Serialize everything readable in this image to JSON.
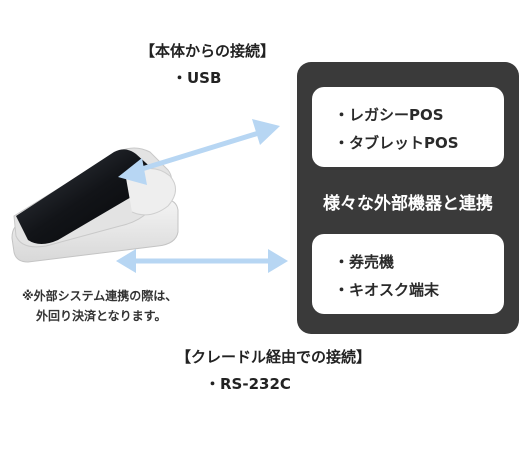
{
  "top_label": {
    "heading": "【本体からの接続】",
    "item": "・USB"
  },
  "panel": {
    "top_items": [
      "・レガシーPOS",
      "・タブレットPOS"
    ],
    "center_text": "様々な外部機器と連携",
    "bottom_items": [
      "・券売機",
      "・キオスク端末"
    ]
  },
  "note": {
    "line1": "※外部システム連携の際は、",
    "line2": "外回り決済となります。"
  },
  "bottom_label": {
    "heading": "【クレードル経由での接続】",
    "item": "・RS-232C"
  },
  "colors": {
    "panel": "#3a3a3a",
    "arrow": "#b7d6f3",
    "text": "#222222"
  }
}
